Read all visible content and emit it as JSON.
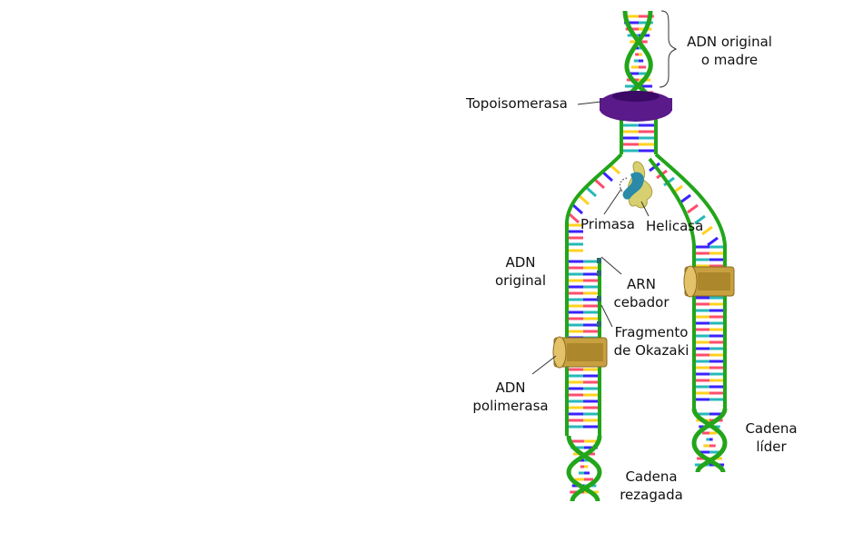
{
  "labels": {
    "adn_madre": [
      "ADN original",
      "o madre"
    ],
    "topoisomerasa": "Topoisomerasa",
    "primasa": "Primasa",
    "helicasa": "Helicasa",
    "adn_original": [
      "ADN",
      "original"
    ],
    "arn_cebador": [
      "ARN",
      "cebador"
    ],
    "fragmento_okazaki": [
      "Fragmento",
      "de Okazaki"
    ],
    "adn_polimerasa": [
      "ADN",
      "polimerasa"
    ],
    "cadena_lider": [
      "Cadena",
      "líder"
    ],
    "cadena_rezagada": [
      "Cadena",
      "rezagada"
    ]
  },
  "colors": {
    "backbone": "#22a51a",
    "backbone_dark": "#14700f",
    "base_palette": [
      "#ffd21f",
      "#3b22ff",
      "#ff4d6d",
      "#27b8b8"
    ],
    "topoisomerase": "#5a1a8a",
    "polymerase": "#c8a040",
    "helicase": "#d8d070",
    "primase": "#2a8aa8",
    "okazaki_primer": "#2a6a6a"
  }
}
